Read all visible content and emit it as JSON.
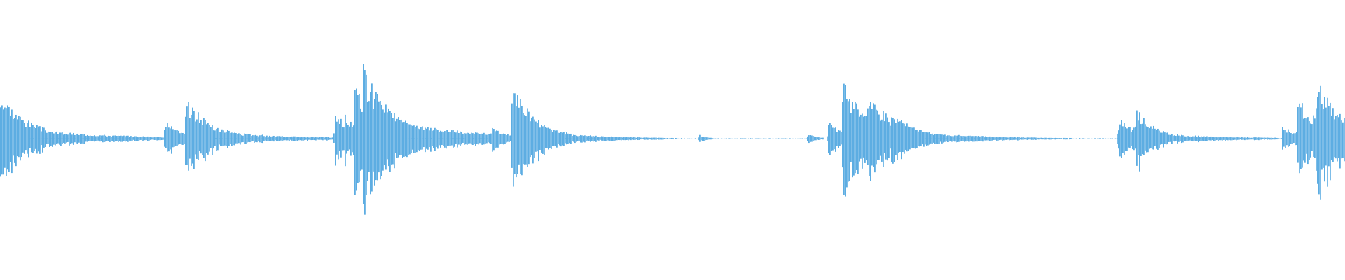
{
  "waveform": {
    "color": "#5dade2",
    "background": "#ffffff",
    "sample_count": 960,
    "bursts": [
      {
        "onset": 0.0,
        "attack": 0.0,
        "peak": 0.46,
        "decay": 0.022,
        "sustain": 0.06,
        "ringing": 0.3,
        "seed": 3,
        "name": "burst-1"
      },
      {
        "onset": 0.004,
        "attack": 0.001,
        "peak": 0.36,
        "decay": 0.018,
        "sustain": 0.05,
        "ringing": 0.25,
        "seed": 7,
        "name": "burst-1b"
      },
      {
        "onset": 0.123,
        "attack": 0.002,
        "peak": 0.18,
        "decay": 0.012,
        "sustain": 0.04,
        "ringing": 0.1,
        "seed": 11,
        "name": "burst-2a"
      },
      {
        "onset": 0.138,
        "attack": 0.001,
        "peak": 0.4,
        "decay": 0.02,
        "sustain": 0.05,
        "ringing": 0.3,
        "seed": 13,
        "name": "burst-2b"
      },
      {
        "onset": 0.249,
        "attack": 0.001,
        "peak": 0.3,
        "decay": 0.01,
        "sustain": 0.04,
        "ringing": 0.15,
        "seed": 17,
        "name": "burst-3a"
      },
      {
        "onset": 0.256,
        "attack": 0.001,
        "peak": 0.26,
        "decay": 0.01,
        "sustain": 0.04,
        "ringing": 0.15,
        "seed": 19,
        "name": "burst-3b"
      },
      {
        "onset": 0.264,
        "attack": 0.001,
        "peak": 0.58,
        "decay": 0.02,
        "sustain": 0.06,
        "ringing": 0.35,
        "seed": 23,
        "name": "burst-3c"
      },
      {
        "onset": 0.27,
        "attack": 0.001,
        "peak": 0.72,
        "decay": 0.022,
        "sustain": 0.06,
        "ringing": 0.35,
        "seed": 29,
        "name": "burst-3d"
      },
      {
        "onset": 0.276,
        "attack": 0.001,
        "peak": 0.52,
        "decay": 0.022,
        "sustain": 0.06,
        "ringing": 0.35,
        "seed": 31,
        "name": "burst-3e"
      },
      {
        "onset": 0.366,
        "attack": 0.001,
        "peak": 0.12,
        "decay": 0.01,
        "sustain": 0.03,
        "ringing": 0.1,
        "seed": 37,
        "name": "burst-4a"
      },
      {
        "onset": 0.381,
        "attack": 0.001,
        "peak": 0.56,
        "decay": 0.018,
        "sustain": 0.04,
        "ringing": 0.25,
        "seed": 41,
        "name": "burst-4b"
      },
      {
        "onset": 0.402,
        "attack": 0.001,
        "peak": 0.14,
        "decay": 0.01,
        "sustain": 0.03,
        "ringing": 0.1,
        "seed": 43,
        "name": "burst-4c"
      },
      {
        "onset": 0.52,
        "attack": 0.001,
        "peak": 0.04,
        "decay": 0.006,
        "sustain": 0.01,
        "ringing": 0.04,
        "seed": 47,
        "name": "burst-5"
      },
      {
        "onset": 0.601,
        "attack": 0.001,
        "peak": 0.06,
        "decay": 0.006,
        "sustain": 0.02,
        "ringing": 0.05,
        "seed": 53,
        "name": "burst-6a"
      },
      {
        "onset": 0.616,
        "attack": 0.001,
        "peak": 0.18,
        "decay": 0.012,
        "sustain": 0.03,
        "ringing": 0.12,
        "seed": 59,
        "name": "burst-6b"
      },
      {
        "onset": 0.627,
        "attack": 0.001,
        "peak": 0.58,
        "decay": 0.02,
        "sustain": 0.05,
        "ringing": 0.3,
        "seed": 61,
        "name": "burst-6c"
      },
      {
        "onset": 0.645,
        "attack": 0.001,
        "peak": 0.48,
        "decay": 0.022,
        "sustain": 0.05,
        "ringing": 0.3,
        "seed": 67,
        "name": "burst-6d"
      },
      {
        "onset": 0.663,
        "attack": 0.001,
        "peak": 0.26,
        "decay": 0.02,
        "sustain": 0.04,
        "ringing": 0.25,
        "seed": 71,
        "name": "burst-6e"
      },
      {
        "onset": 0.834,
        "attack": 0.004,
        "peak": 0.2,
        "decay": 0.012,
        "sustain": 0.04,
        "ringing": 0.2,
        "seed": 73,
        "name": "burst-7a"
      },
      {
        "onset": 0.846,
        "attack": 0.004,
        "peak": 0.3,
        "decay": 0.014,
        "sustain": 0.05,
        "ringing": 0.25,
        "seed": 79,
        "name": "burst-7b"
      },
      {
        "onset": 0.954,
        "attack": 0.001,
        "peak": 0.14,
        "decay": 0.01,
        "sustain": 0.04,
        "ringing": 0.15,
        "seed": 83,
        "name": "burst-8a"
      },
      {
        "onset": 0.966,
        "attack": 0.002,
        "peak": 0.4,
        "decay": 0.02,
        "sustain": 0.05,
        "ringing": 0.3,
        "seed": 89,
        "name": "burst-8b"
      },
      {
        "onset": 0.98,
        "attack": 0.002,
        "peak": 0.62,
        "decay": 0.02,
        "sustain": 0.05,
        "ringing": 0.35,
        "seed": 97,
        "name": "burst-8c"
      }
    ],
    "noise_segments": [
      {
        "start": 0.022,
        "end": 0.123
      },
      {
        "start": 0.16,
        "end": 0.245
      },
      {
        "start": 0.298,
        "end": 0.365
      },
      {
        "start": 0.42,
        "end": 0.6
      },
      {
        "start": 0.688,
        "end": 0.832
      },
      {
        "start": 0.88,
        "end": 0.952
      }
    ]
  }
}
